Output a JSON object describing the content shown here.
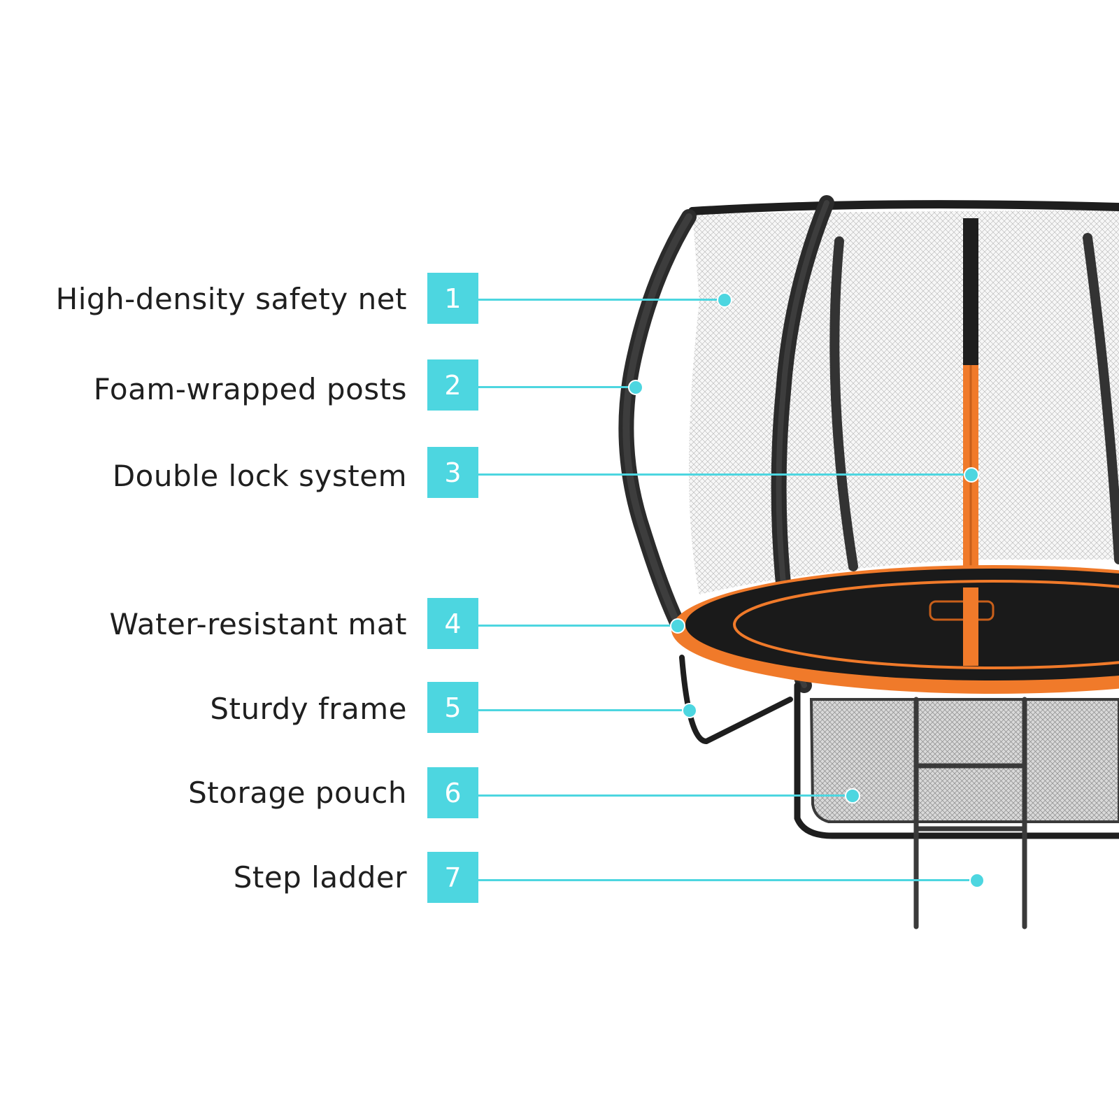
{
  "colors": {
    "accent": "#4dd6e0",
    "frame_orange": "#f07a2a",
    "frame_dark": "#1e1e1e",
    "net_gray": "#bfbfbf"
  },
  "callouts": [
    {
      "number": "1",
      "label": "High-density safety net"
    },
    {
      "number": "2",
      "label": "Foam-wrapped posts"
    },
    {
      "number": "3",
      "label": "Double lock system"
    },
    {
      "number": "4",
      "label": "Water-resistant mat"
    },
    {
      "number": "5",
      "label": "Sturdy frame"
    },
    {
      "number": "6",
      "label": "Storage pouch"
    },
    {
      "number": "7",
      "label": "Step ladder"
    }
  ]
}
